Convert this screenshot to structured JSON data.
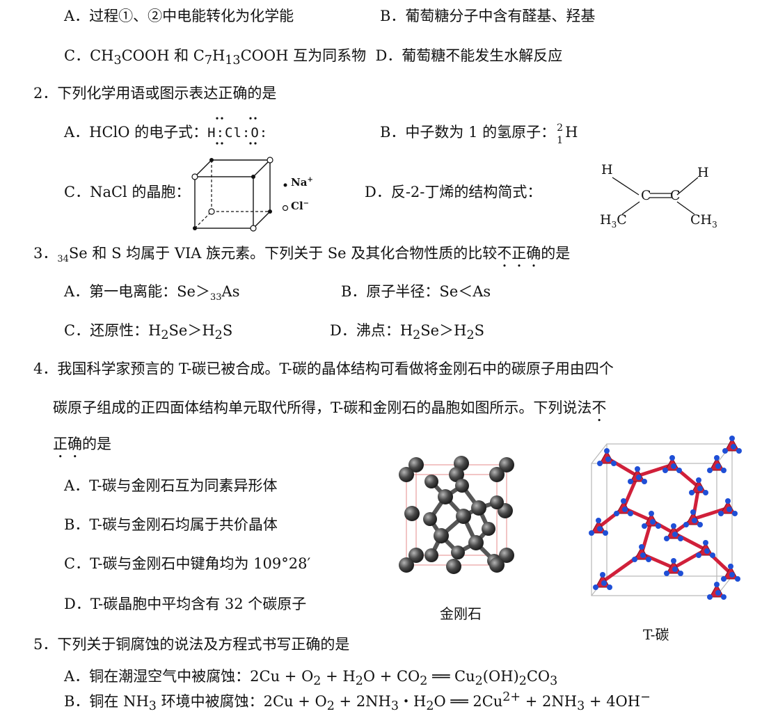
{
  "q1": {
    "optA": "A．过程①、②中电能转化为化学能",
    "optB": "B．葡萄糖分子中含有醛基、羟基",
    "optC": {
      "pre": "C．CH",
      "s1": "3",
      "mid1": "COOH 和 C",
      "s2": "7",
      "mid2": "H",
      "s3": "13",
      "post": "COOH 互为同系物"
    },
    "optD": "D．葡萄糖不能发生水解反应"
  },
  "q2": {
    "stem": "2．下列化学用语或图示表达正确的是",
    "optA": {
      "text": "A．HClO 的电子式：",
      "formula": "H:Cl:O:"
    },
    "optB": {
      "text": "B．中子数为 1 的氢原子：",
      "mass": "2",
      "atomic": "1",
      "symbol": "H"
    },
    "optC": {
      "text": "C．NaCl 的晶胞：",
      "legend_na": "Na",
      "legend_na_charge": "+",
      "legend_cl": "Cl",
      "legend_cl_charge": "−"
    },
    "optD": {
      "text": "D．反-2-丁烯的结构简式：",
      "h1": "H",
      "h2": "H",
      "c1": "C",
      "c2": "C",
      "left_group": "H",
      "left_sub": "3",
      "left_c": "C",
      "right_c": "CH",
      "right_sub": "3"
    }
  },
  "q3": {
    "stem_pre": "3．",
    "stem_sub": "34",
    "stem_mid": "Se 和 S 均属于 VIA 族元素。下列关于 Se 及其化合物性质的比较",
    "stem_emph": "不正确",
    "stem_post": "的是",
    "optA": {
      "pre": "A．第一电离能：Se＞",
      "sub": "33",
      "post": "As"
    },
    "optB": "B．原子半径：Se＜As",
    "optC": {
      "pre": "C．还原性：H",
      "s1": "2",
      "mid": "Se＞H",
      "s2": "2",
      "post": "S"
    },
    "optD": {
      "pre": "D．沸点：H",
      "s1": "2",
      "mid": "Se＞H",
      "s2": "2",
      "post": "S"
    }
  },
  "q4": {
    "stem1": "4．我国科学家预言的 T-碳已被合成。T-碳的晶体结构可看做将金刚石中的碳原子用由四个",
    "stem2_pre": "碳原子组成的正四面体结构单元取代所得，T-碳和金刚石的晶胞如图所示。下列说法",
    "stem2_emph": "不",
    "stem3_emph": "正确",
    "stem3_post": "的是",
    "optA": "A．T-碳与金刚石互为同素异形体",
    "optB": "B．T-碳与金刚石均属于共价晶体",
    "optC": "C．T-碳与金刚石中键角均为 109°28′",
    "optD": "D．T-碳晶胞中平均含有 32 个碳原子",
    "cap_diamond": "金刚石",
    "cap_tcarbon": "T-碳"
  },
  "q5": {
    "stem": "5．下列关于铜腐蚀的说法及方程式书写正确的是",
    "optA": {
      "pre": "A．铜在潮湿空气中被腐蚀：2Cu + O",
      "s1": "2",
      "m1": " + H",
      "s2": "2",
      "m2": "O + CO",
      "s3": "2",
      "m3": " ══ Cu",
      "s4": "2",
      "m4": "(OH)",
      "s5": "2",
      "m5": "CO",
      "s6": "3"
    },
    "optB": {
      "pre": "B．铜在 NH",
      "s1": "3",
      "m1": " 环境中被腐蚀：2Cu + O",
      "s2": "2",
      "m2": " + 2NH",
      "s3": "3",
      "m3": "・H",
      "s4": "2",
      "m4": "O ══ 2Cu",
      "p1": "2+",
      "m5": " + 2NH",
      "s5": "3",
      "m6": " + 4OH",
      "p2": "−"
    }
  },
  "colors": {
    "ink": "#111111",
    "carbon": "#4a4a4a",
    "tc_red": "#d0203a",
    "tc_blue": "#1f4fd6"
  }
}
